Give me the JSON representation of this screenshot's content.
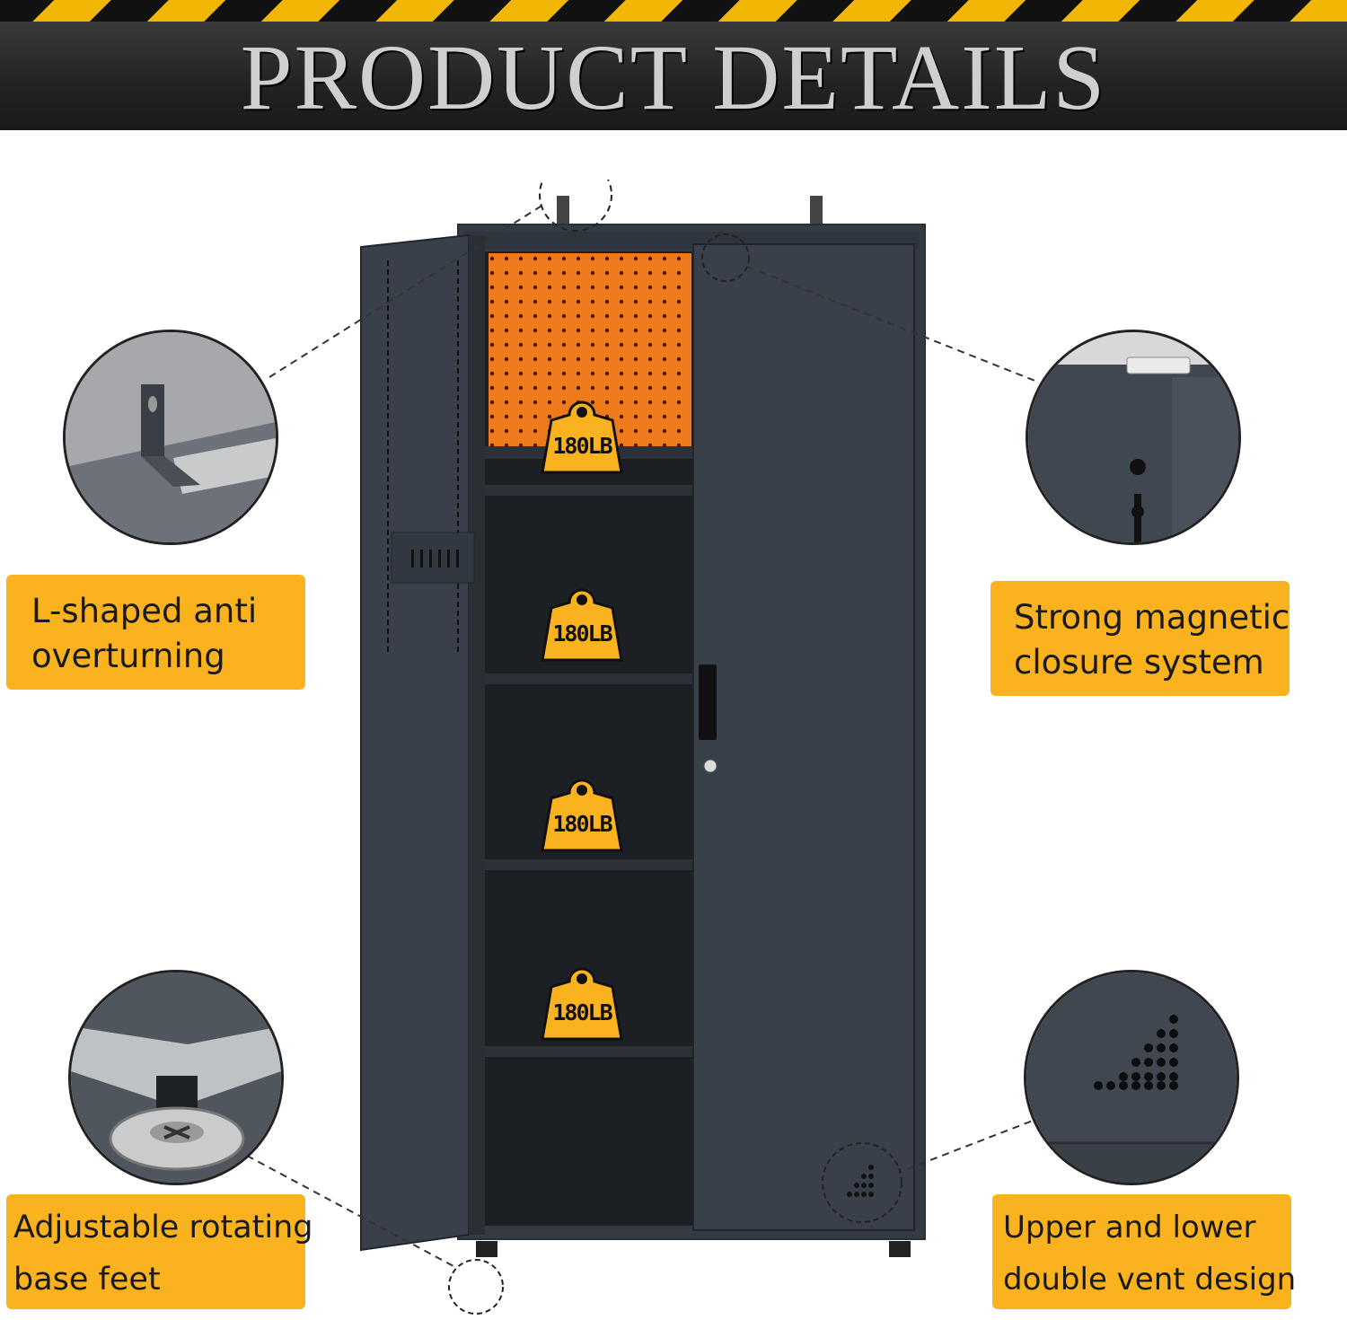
{
  "header": {
    "title": "PRODUCT DETAILS"
  },
  "colors": {
    "accent": "#fbb21f",
    "cabinet": "#353b44",
    "pegboard": "#f07a1a",
    "stripe_yellow": "#f2b705"
  },
  "load_badges": [
    "180LB",
    "180LB",
    "180LB",
    "180LB"
  ],
  "features": {
    "top_left": {
      "line1": "L-shaped anti",
      "line2": "overturning"
    },
    "top_right": {
      "line1": "Strong magnetic",
      "line2": "closure system"
    },
    "bottom_left": {
      "line1": "Adjustable rotating",
      "line2": "base feet"
    },
    "bottom_right": {
      "line1": "Upper and lower",
      "line2": "double vent design"
    }
  }
}
